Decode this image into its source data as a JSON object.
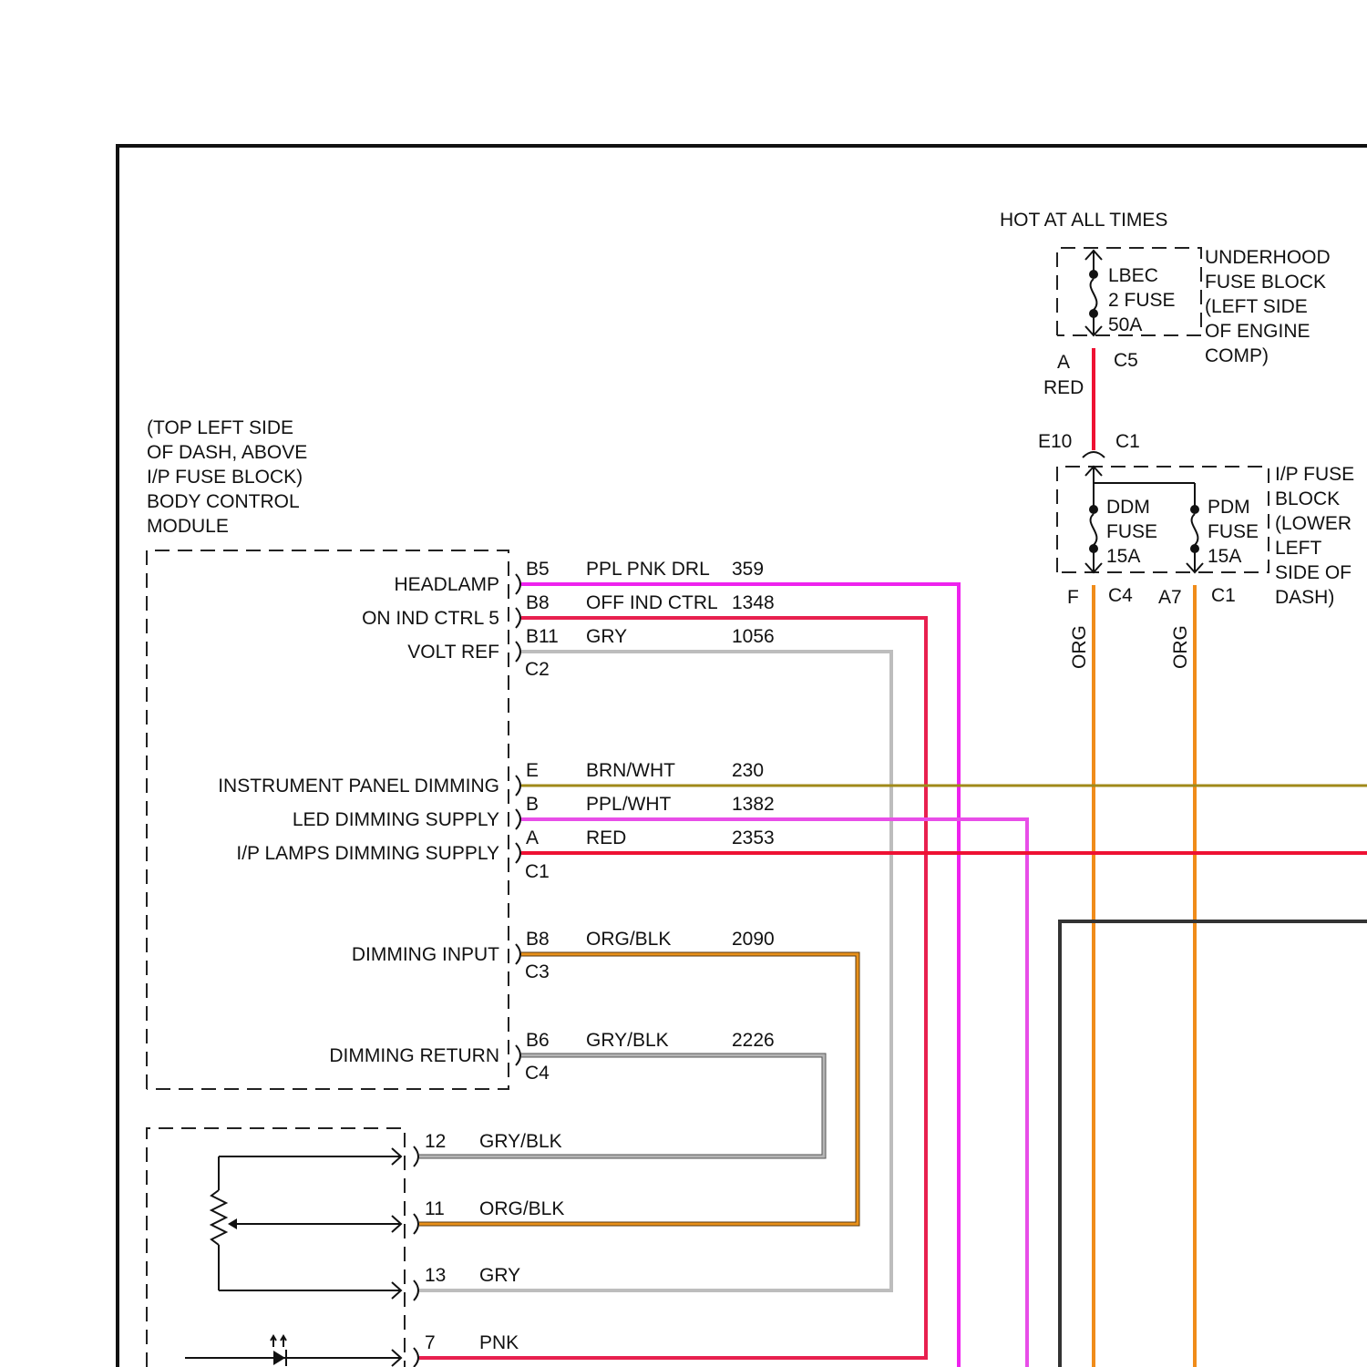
{
  "colors": {
    "ppl_pnk": "#ee22ee",
    "red_pink": "#e8204f",
    "red": "#ee1133",
    "gry": "#bdbdbd",
    "brn_wht": "#a08a1a",
    "ppl_wht": "#e84ee8",
    "org_blk": "#e8901a",
    "gry_blk": "#9a9a9a",
    "org": "#f08c1a",
    "blk": "#333333"
  },
  "power": {
    "hot_label": "HOT AT ALL TIMES",
    "underhood": {
      "fuse_lines": [
        "LBEC",
        "2 FUSE",
        "50A"
      ],
      "block_lines": [
        "UNDERHOOD",
        "FUSE BLOCK",
        "(LEFT SIDE",
        "OF ENGINE",
        "COMP)"
      ],
      "pin": "A",
      "connector": "C5",
      "wire_color": "RED",
      "lower_pin": "E10",
      "lower_connector": "C1"
    },
    "ip_fuse_block": {
      "block_lines": [
        "I/P FUSE",
        "BLOCK",
        "(LOWER",
        "LEFT",
        "SIDE OF",
        "DASH)"
      ],
      "ddm_lines": [
        "DDM",
        "FUSE",
        "15A"
      ],
      "pdm_lines": [
        "PDM",
        "FUSE",
        "15A"
      ],
      "ddm_pin": "F",
      "ddm_connector": "C4",
      "pdm_pin": "A7",
      "pdm_connector": "C1",
      "ddm_wire": "ORG",
      "pdm_wire": "ORG"
    }
  },
  "bcm": {
    "title_lines": [
      "(TOP LEFT SIDE",
      "OF DASH, ABOVE",
      "I/P FUSE BLOCK)",
      "BODY CONTROL",
      "MODULE"
    ],
    "c2": {
      "connector": "C2",
      "pins": [
        {
          "func": "HEADLAMP",
          "pin": "B5",
          "wire": "PPL PNK DRL",
          "circuit": "359"
        },
        {
          "func": "ON IND CTRL 5",
          "pin": "B8",
          "wire": "OFF IND CTRL",
          "circuit": "1348"
        },
        {
          "func": "VOLT REF",
          "pin": "B11",
          "wire": "GRY",
          "circuit": "1056"
        }
      ]
    },
    "c1": {
      "connector": "C1",
      "pins": [
        {
          "func": "INSTRUMENT PANEL DIMMING",
          "pin": "E",
          "wire": "BRN/WHT",
          "circuit": "230"
        },
        {
          "func": "LED DIMMING SUPPLY",
          "pin": "B",
          "wire": "PPL/WHT",
          "circuit": "1382"
        },
        {
          "func": "I/P LAMPS DIMMING SUPPLY",
          "pin": "A",
          "wire": "RED",
          "circuit": "2353"
        }
      ]
    },
    "c3": {
      "connector": "C3",
      "pins": [
        {
          "func": "DIMMING INPUT",
          "pin": "B8",
          "wire": "ORG/BLK",
          "circuit": "2090"
        }
      ]
    },
    "c4": {
      "connector": "C4",
      "pins": [
        {
          "func": "DIMMING RETURN",
          "pin": "B6",
          "wire": "GRY/BLK",
          "circuit": "2226"
        }
      ]
    }
  },
  "switch": {
    "pins": [
      {
        "pin": "12",
        "wire": "GRY/BLK"
      },
      {
        "pin": "11",
        "wire": "ORG/BLK"
      },
      {
        "pin": "13",
        "wire": "GRY"
      },
      {
        "pin": "7",
        "wire": "PNK"
      }
    ]
  }
}
